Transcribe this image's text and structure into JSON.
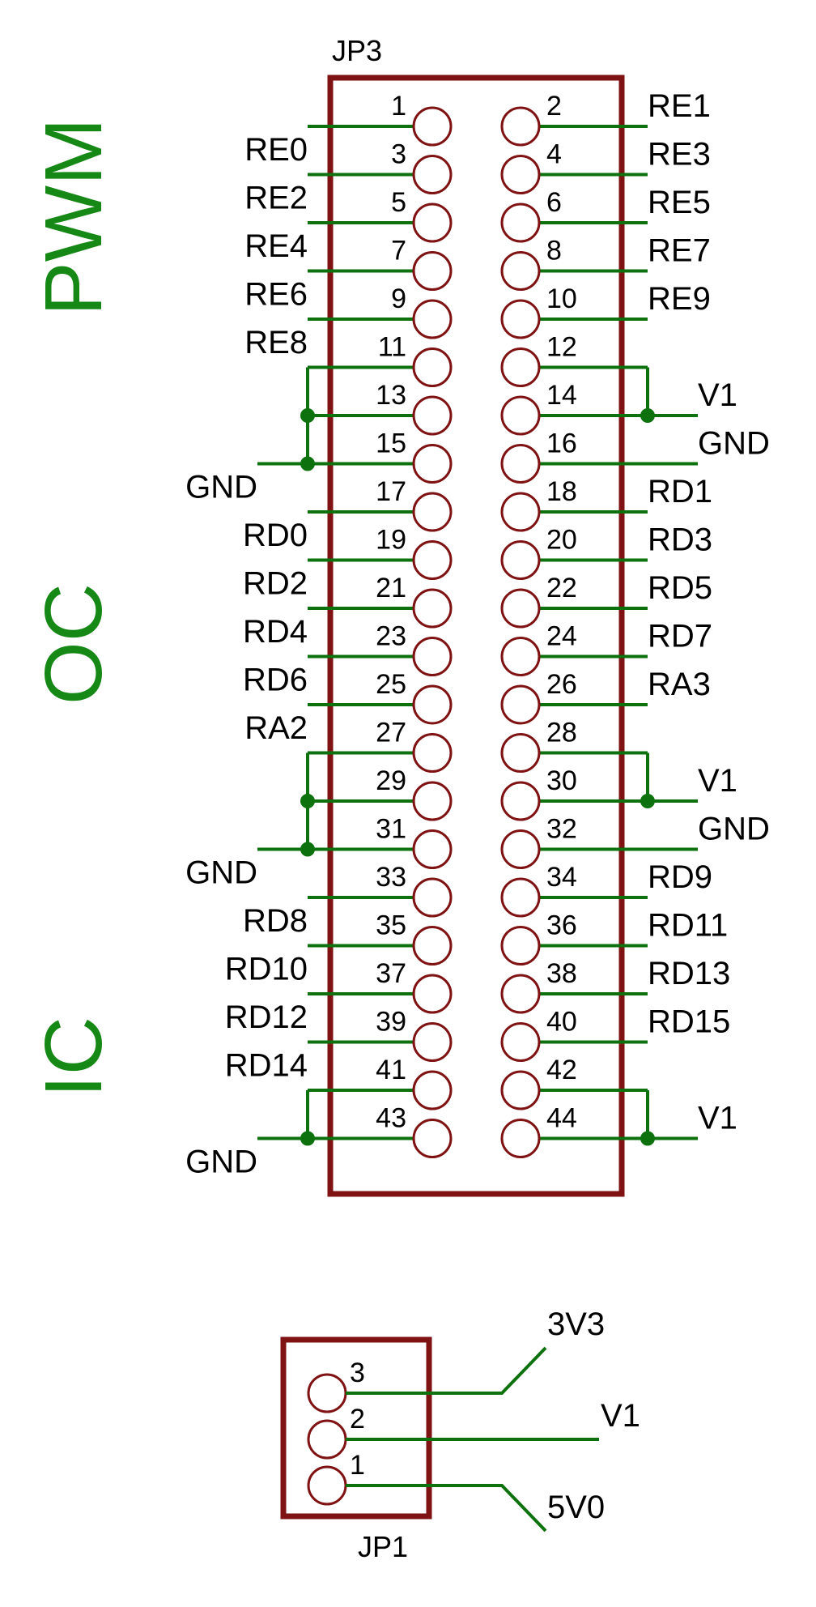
{
  "colors": {
    "part_outline": "#7f1212",
    "wire": "#0d720d",
    "section_label": "#168816",
    "text": "#000000"
  },
  "section_labels": [
    "PWM",
    "OC",
    "IC"
  ],
  "jp3": {
    "name": "JP3",
    "left_labels": [
      "RE0",
      "RE2",
      "RE4",
      "RE6",
      "RE8",
      "",
      "",
      "GND",
      "RD0",
      "RD2",
      "RD4",
      "RD6",
      "RA2",
      "",
      "",
      "GND",
      "RD8",
      "RD10",
      "RD12",
      "RD14",
      "",
      "GND"
    ],
    "right_labels": [
      "RE1",
      "RE3",
      "RE5",
      "RE7",
      "RE9",
      "",
      "V1",
      "GND",
      "RD1",
      "RD3",
      "RD5",
      "RD7",
      "RA3",
      "",
      "V1",
      "GND",
      "RD9",
      "RD11",
      "RD13",
      "RD15",
      "",
      "V1"
    ]
  },
  "jp1": {
    "name": "JP1",
    "pins": [
      {
        "num": "3",
        "label": "3V3"
      },
      {
        "num": "2",
        "label": "V1"
      },
      {
        "num": "1",
        "label": "5V0"
      }
    ]
  }
}
